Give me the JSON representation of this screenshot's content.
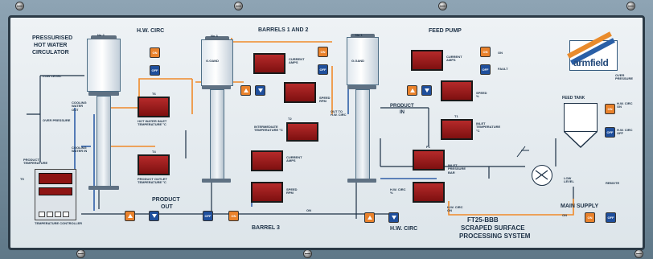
{
  "panel": {
    "title": "FT25-BBB",
    "subtitle_1": "SCRAPED SURFACE",
    "subtitle_2": "PROCESSING SYSTEM",
    "brand": "armfield"
  },
  "sections": {
    "pressurised": "PRESSURISED",
    "hot_water": "HOT WATER",
    "circulator": "CIRCULATOR",
    "hw_circ_top": "H.W. CIRC",
    "barrels_1_2": "BARRELS 1 AND 2",
    "feed_pump": "FEED PUMP",
    "barrel_3": "BARREL 3",
    "hw_circ_bottom": "H.W. CIRC",
    "main_supply": "MAIN SUPPLY",
    "product_out_1": "PRODUCT",
    "product_out_2": "OUT",
    "product_in_1": "PRODUCT",
    "product_in_2": "IN",
    "feed_tank": "FEED TANK"
  },
  "vessels": {
    "no2_left": "No 2",
    "no3": "No 3",
    "no1": "No 1",
    "glgand_3": "G.GAND",
    "glgand_1": "G.GAND"
  },
  "labels": {
    "low_level": "LOW LEVEL",
    "over_pressure": "OVER PRESSURE",
    "cooling_water_out": "COOLING WATER OUT",
    "cooling_water_in": "COOLING WATER IN",
    "product_temperature": "PRODUCT TEMPERATURE",
    "temp_controller": "TEMPERATURE CONTROLLER",
    "t6_label": "T6",
    "t6_caption": "HOT WATER INLET TEMPERATURE °C",
    "t4_label": "T4",
    "t4_caption": "PRODUCT OUTLET TEMPERATURE °C",
    "t2_intermediate": "INTERMEDIATE TEMPERATURE °C",
    "t2_label": "T2",
    "current_amps": "CURRENT AMPS",
    "speed_rpm": "SPEED RPM",
    "out_to_hw": "OUT TO H.W. CIRC",
    "current_amps_3": "CURRENT AMPS",
    "speed_rpm_3": "SPEED RPM",
    "current_amps_feed": "CURRENT AMPS",
    "speed_pct": "SPEED %",
    "t1_label": "T1",
    "t1_caption": "INLET TEMPERATURE °C",
    "p1_label": "P1",
    "p1_caption": "INLET PRESSURE BAR",
    "hw_circ_pct": "H.W. CIRC %",
    "hw_circ_on": "H.W. CIRC ON",
    "hw_circ_off": "H.W. CIRC OFF",
    "over_pressure_r": "OVER PRESSURE",
    "low_level_r": "LOW LEVEL",
    "remote": "REMOTE",
    "on": "ON",
    "fault": "FAULT",
    "t5_label": "T5"
  },
  "buttons": {
    "on": "ON",
    "off": "OFF"
  },
  "colors": {
    "panel": "#e6ecf0",
    "display_red": "#9c1b1b",
    "button_orange": "#e9822c",
    "button_blue": "#1f4f9c",
    "pipe_orange": "#f08a2a",
    "pipe_blue": "#2f5fa8",
    "pipe_grey": "#1d3146"
  }
}
